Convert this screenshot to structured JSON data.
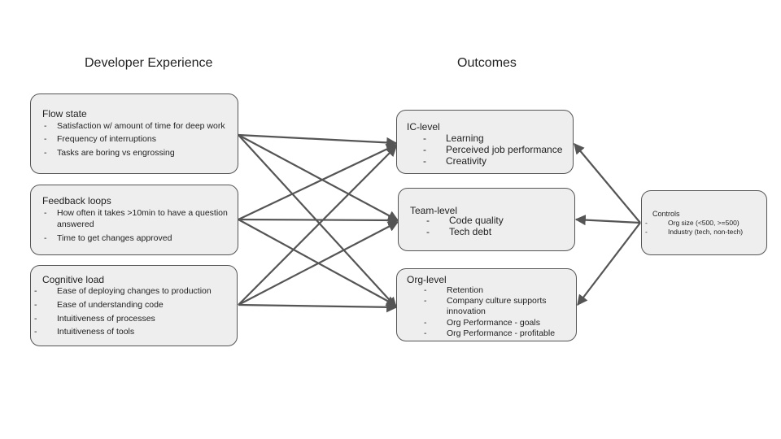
{
  "headings": {
    "developer_experience": "Developer Experience",
    "outcomes": "Outcomes"
  },
  "flow_state": {
    "title": "Flow state",
    "items": [
      "Satisfaction w/ amount of time for deep work",
      "Frequency of interruptions",
      "Tasks are boring vs engrossing"
    ]
  },
  "feedback_loops": {
    "title": "Feedback loops",
    "items": [
      "How often it takes >10min to have a question",
      "answered",
      "Time to get changes approved"
    ]
  },
  "cognitive_load": {
    "title": "Cognitive load",
    "items": [
      "Ease of deploying changes to production",
      "Ease of understanding code",
      "Intuitiveness of processes",
      "Intuitiveness of tools"
    ]
  },
  "ic_level": {
    "title": "IC-level",
    "items": [
      "Learning",
      "Perceived job performance",
      "Creativity"
    ]
  },
  "team_level": {
    "title": "Team-level",
    "items": [
      "Code quality",
      "Tech debt"
    ]
  },
  "org_level": {
    "title": "Org-level",
    "items": [
      "Retention",
      "Company culture supports",
      "innovation",
      "Org Performance - goals",
      "Org Performance - profitable"
    ]
  },
  "controls": {
    "title": "Controls",
    "items": [
      "Org size (<500, >=500)",
      "Industry (tech, non-tech)"
    ]
  },
  "dash": "-",
  "colors": {
    "box_fill": "#eeeeee",
    "box_border": "#555555",
    "arrow": "#555555"
  }
}
